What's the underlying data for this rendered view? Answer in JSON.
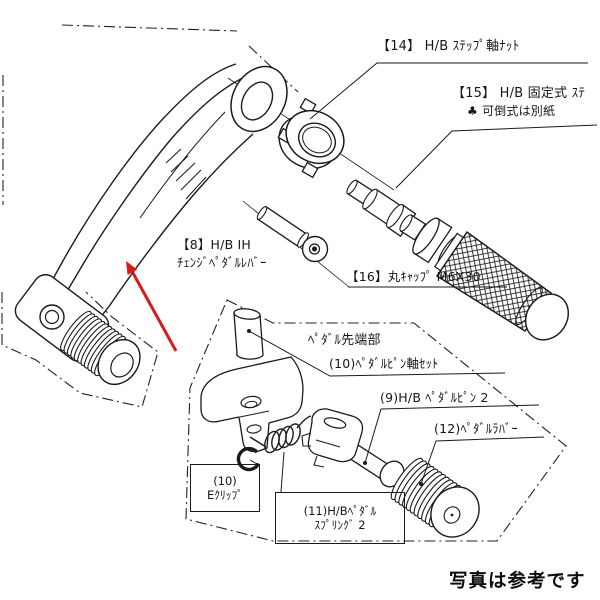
{
  "document": {
    "type": "parts-exploded-diagram",
    "footer_note": "写真は参考です"
  },
  "labels": {
    "step_nut": "【14】 H/B ｽﾃｯﾌﾟ軸ﾅｯﾄ",
    "fixed_step_line1": "【15】 H/B 固定式 ｽﾃ",
    "fixed_step_line2": "♣ 可倒式は別紙",
    "change_pedal_line1": "【8】H/B IH",
    "change_pedal_line2": "ﾁｪﾝｼﾞﾍﾟﾀﾞﾙﾚﾊﾞｰ",
    "round_cap": "【16】丸ｷｬｯﾌﾟ M6X30",
    "pedal_tip_section": "ﾍﾟﾀﾞﾙ先端部",
    "pedal_pin_shaft_set": "(10)ﾍﾟﾀﾞﾙﾋﾟﾝ軸ｾｯﾄ",
    "pedal_pin": "(9)H/B ﾍﾟﾀﾞﾙﾋﾟﾝ 2",
    "pedal_rubber": "(12)ﾍﾟﾀﾞﾙﾗﾊﾞｰ",
    "e_clip_line1": "(10)",
    "e_clip_line2": "Eｸﾘｯﾌﾟ",
    "pedal_spring_line1": "(11)H/Bﾍﾟﾀﾞﾙ",
    "pedal_spring_line2": "ｽﾌﾟﾘﾝｸﾞ 2"
  },
  "colors": {
    "ink": "#1a1a1a",
    "arrow_red": "#d81a1a",
    "background": "#ffffff"
  }
}
